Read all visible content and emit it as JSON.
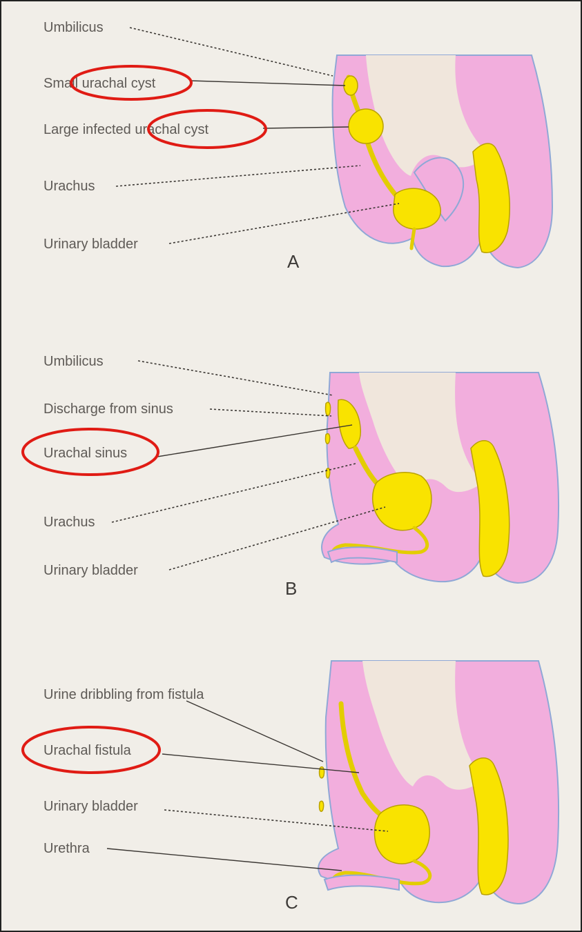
{
  "panel_a": {
    "letter": "A",
    "labels": {
      "umbilicus": "Umbilicus",
      "small_urachal_cyst": "Small urachal cyst",
      "large_infected_urachal_cyst": "Large infected urachal cyst",
      "urachus": "Urachus",
      "urinary_bladder": "Urinary bladder"
    }
  },
  "panel_b": {
    "letter": "B",
    "labels": {
      "umbilicus": "Umbilicus",
      "discharge_from_sinus": "Discharge from sinus",
      "urachal_sinus": "Urachal sinus",
      "urachus": "Urachus",
      "urinary_bladder": "Urinary bladder"
    }
  },
  "panel_c": {
    "letter": "C",
    "labels": {
      "urine_dribbling": "Urine dribbling from fistula",
      "urachal_fistula": "Urachal fistula",
      "urinary_bladder": "Urinary bladder",
      "urethra": "Urethra"
    }
  },
  "colors": {
    "tissue": "#f2aedd",
    "urinary_tract": "#f9e300",
    "highlight_ellipse": "#e01b14",
    "background": "#f1eee8"
  }
}
